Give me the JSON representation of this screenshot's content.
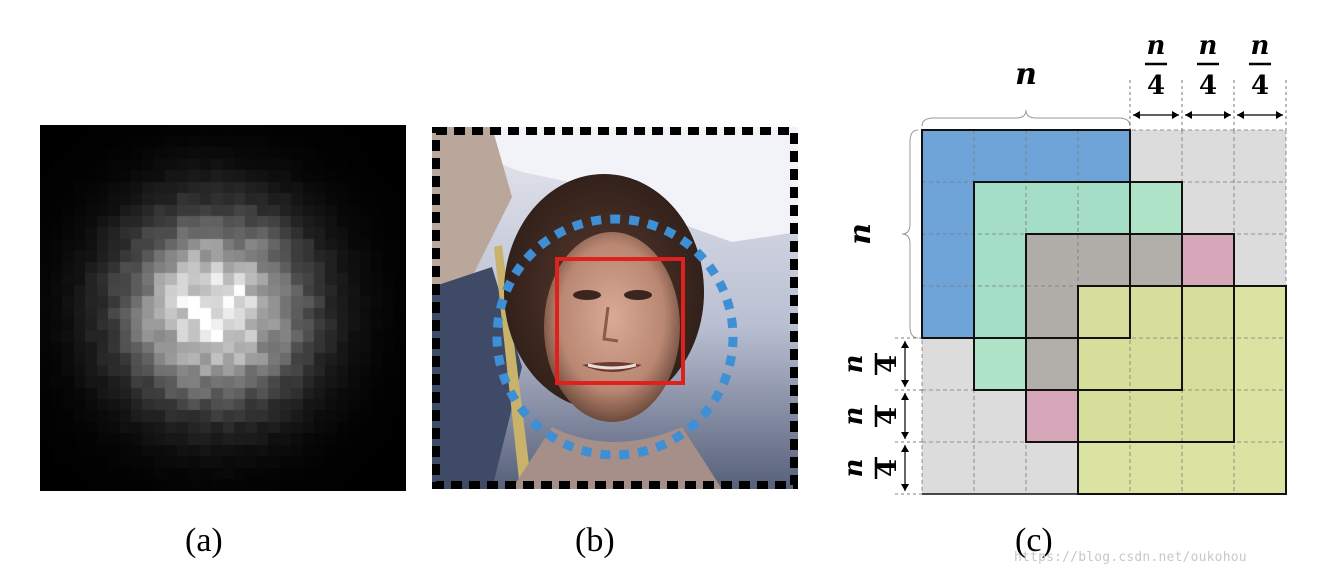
{
  "captions": {
    "a": "(a)",
    "b": "(b)",
    "c": "(c)"
  },
  "watermark": "https://blog.csdn.net/oukohou",
  "panel_c": {
    "n_label": "n",
    "fraction": {
      "numerator": "n",
      "denominator": "4"
    }
  },
  "colors": {
    "window_blue": "#6fa4d8",
    "window_green": "#a9e3c6",
    "window_gray": "#b3a7a5",
    "window_yellow": "#d9e39a",
    "overlap_pink": "#d6a7b9",
    "cell_gray": "#dcdcdc"
  }
}
